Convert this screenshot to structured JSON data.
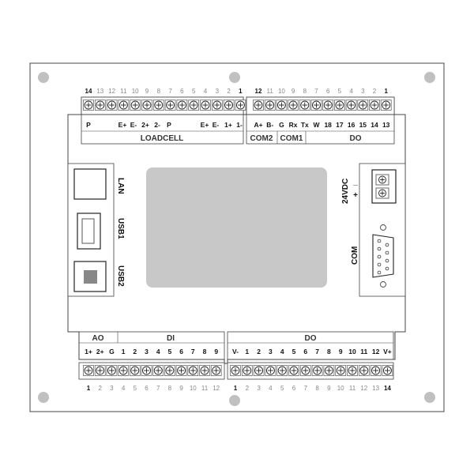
{
  "top_left": {
    "pins": [
      "14",
      "13",
      "12",
      "11",
      "10",
      "9",
      "8",
      "7",
      "6",
      "5",
      "4",
      "3",
      "2",
      "1"
    ],
    "signals": [
      "P",
      "",
      "",
      "",
      "E+",
      "E-",
      "2+",
      "2-",
      "P",
      "",
      "",
      "",
      "E+",
      "E-",
      "1+",
      "1-"
    ],
    "group": "LOADCELL"
  },
  "top_right": {
    "pins": [
      "12",
      "11",
      "10",
      "9",
      "8",
      "7",
      "6",
      "5",
      "4",
      "3",
      "2",
      "1"
    ],
    "signals": [
      "A+",
      "B-",
      "G",
      "Rx",
      "Tx",
      "W",
      "18",
      "17",
      "16",
      "15",
      "14",
      "13"
    ],
    "groups": [
      "COM2",
      "COM1",
      "DO"
    ]
  },
  "left_ports": {
    "lan": "LAN",
    "usb1": "USB1",
    "usb2": "USB2"
  },
  "right_ports": {
    "power": "24VDC",
    "plus": "+",
    "minus": "_",
    "com": "COM"
  },
  "bottom_left": {
    "groups": [
      "AO",
      "DI"
    ],
    "signals": [
      "1+",
      "2+",
      "G",
      "1",
      "2",
      "3",
      "4",
      "5",
      "6",
      "7",
      "8",
      "9"
    ],
    "pins": [
      "1",
      "2",
      "3",
      "4",
      "5",
      "6",
      "7",
      "8",
      "9",
      "10",
      "11",
      "12"
    ]
  },
  "bottom_right": {
    "group": "DO",
    "signals": [
      "V-",
      "1",
      "2",
      "3",
      "4",
      "5",
      "6",
      "7",
      "8",
      "9",
      "10",
      "11",
      "12",
      "V+"
    ],
    "pins": [
      "1",
      "2",
      "3",
      "4",
      "5",
      "6",
      "7",
      "8",
      "9",
      "10",
      "11",
      "12",
      "13",
      "14"
    ]
  },
  "colors": {
    "display": "#c8c8c8",
    "mount_hole": "#c0c0c0",
    "outline": "#444444"
  }
}
